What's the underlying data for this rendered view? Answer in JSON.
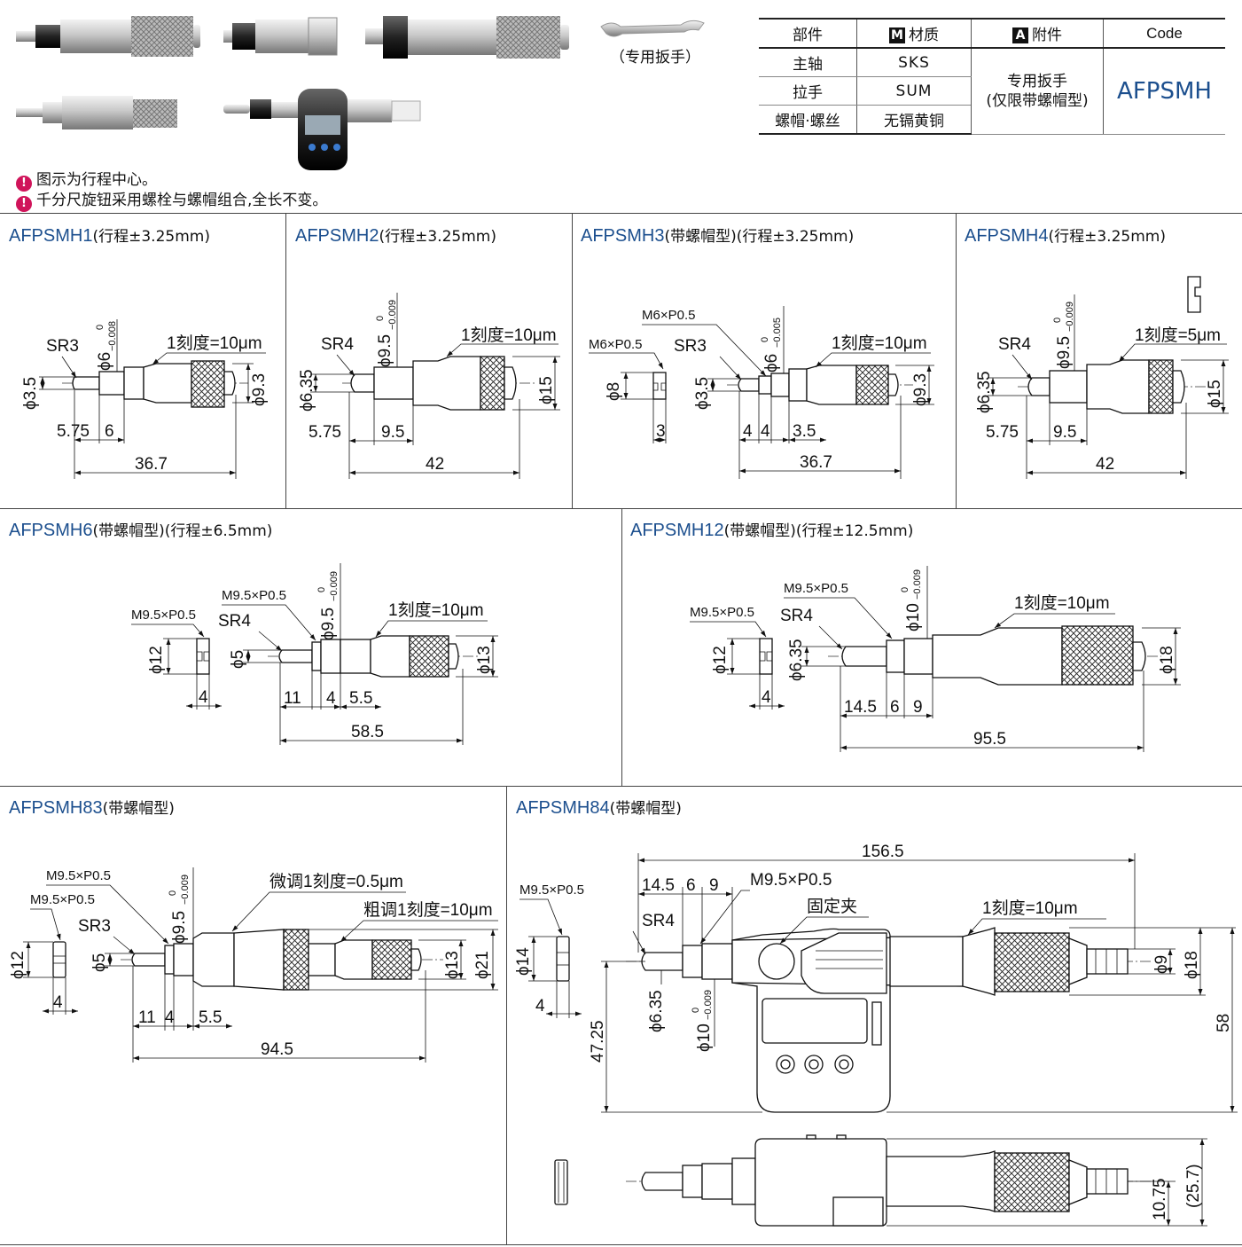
{
  "wrench_label": "（专用扳手）",
  "table": {
    "headers": [
      "部件",
      "材质",
      "附件",
      "Code"
    ],
    "header_badges": [
      "M",
      "A"
    ],
    "rows": [
      {
        "part": "主轴",
        "material": "SKS"
      },
      {
        "part": "拉手",
        "material": "SUM"
      },
      {
        "part": "螺帽·螺丝",
        "material": "无镉黄铜"
      }
    ],
    "accessory": [
      "专用扳手",
      "(仅限带螺帽型)"
    ],
    "code": "AFPSMH"
  },
  "notes": [
    "图示为行程中心。",
    "千分尺旋钮采用螺栓与螺帽组合,全长不变。"
  ],
  "panels": [
    {
      "code": "AFPSMH1",
      "sub": "(行程±3.25mm)"
    },
    {
      "code": "AFPSMH2",
      "sub": "(行程±3.25mm)"
    },
    {
      "code": "AFPSMH3",
      "sub": "(带螺帽型)(行程±3.25mm)"
    },
    {
      "code": "AFPSMH4",
      "sub": "(行程±3.25mm)"
    },
    {
      "code": "AFPSMH6",
      "sub": "(带螺帽型)(行程±6.5mm)"
    },
    {
      "code": "AFPSMH12",
      "sub": "(带螺帽型)(行程±12.5mm)"
    },
    {
      "code": "AFPSMH83",
      "sub": "(带螺帽型)"
    },
    {
      "code": "AFPSMH84",
      "sub": "(带螺帽型)"
    }
  ],
  "dims": {
    "p1": {
      "sr": "SR3",
      "d1": "ϕ3.5",
      "d2": "ϕ6",
      "tol": "−0.008",
      "tol0": "0",
      "d3": "ϕ9.3",
      "scale": "1刻度=10μm",
      "a": "5.75",
      "b": "6",
      "total": "36.7"
    },
    "p2": {
      "sr": "SR4",
      "d1": "ϕ6.35",
      "d2": "ϕ9.5",
      "tol": "−0.009",
      "tol0": "0",
      "d3": "ϕ15",
      "scale": "1刻度=10μm",
      "a": "5.75",
      "b": "9.5",
      "total": "42"
    },
    "p3": {
      "m1": "M6×P0.5",
      "m2": "M6×P0.5",
      "sr": "SR3",
      "nut": "ϕ8",
      "nutw": "3",
      "d1": "ϕ3.5",
      "d2": "ϕ6",
      "tol": "−0.005",
      "tol0": "0",
      "d3": "ϕ9.3",
      "scale": "1刻度=10μm",
      "a": "4",
      "b": "4",
      "c": "3.5",
      "total": "36.7"
    },
    "p4": {
      "sr": "SR4",
      "d1": "ϕ6.35",
      "d2": "ϕ9.5",
      "tol": "−0.009",
      "tol0": "0",
      "d3": "ϕ15",
      "scale": "1刻度=5μm",
      "a": "5.75",
      "b": "9.5",
      "total": "42"
    },
    "p6": {
      "m1": "M9.5×P0.5",
      "m2": "M9.5×P0.5",
      "sr": "SR4",
      "nut": "ϕ12",
      "nutw": "4",
      "d1": "ϕ5",
      "d2": "ϕ9.5",
      "tol": "−0.009",
      "tol0": "0",
      "d3": "ϕ13",
      "scale": "1刻度=10μm",
      "a": "11",
      "b": "4",
      "c": "5.5",
      "total": "58.5"
    },
    "p12": {
      "m1": "M9.5×P0.5",
      "m2": "M9.5×P0.5",
      "sr": "SR4",
      "nut": "ϕ12",
      "nutw": "4",
      "d1": "ϕ6.35",
      "d2": "ϕ10",
      "tol": "−0.009",
      "tol0": "0",
      "d3": "ϕ18",
      "scale": "1刻度=10μm",
      "a": "14.5",
      "b": "6",
      "c": "9",
      "total": "95.5"
    },
    "p83": {
      "m1": "M9.5×P0.5",
      "m2": "M9.5×P0.5",
      "sr": "SR3",
      "nut": "ϕ12",
      "nutw": "4",
      "d1": "ϕ5",
      "d2": "ϕ9.5",
      "tol": "−0.009",
      "tol0": "0",
      "d3": "ϕ13",
      "d4": "ϕ21",
      "fine": "微调1刻度=0.5μm",
      "coarse": "粗调1刻度=10μm",
      "a": "11",
      "b": "4",
      "c": "5.5",
      "total": "94.5"
    },
    "p84": {
      "m1": "M9.5×P0.5",
      "m2": "M9.5×P0.5",
      "sr": "SR4",
      "nut": "ϕ14",
      "nutw": "4",
      "d1": "ϕ6.35",
      "d2": "ϕ10",
      "tol": "−0.009",
      "tol0": "0",
      "d3": "ϕ9",
      "d4": "ϕ18",
      "clamp": "固定夹",
      "scale": "1刻度=10μm",
      "a": "14.5",
      "b": "6",
      "c": "9",
      "total": "156.5",
      "h1": "47.25",
      "h2": "58",
      "w1": "10.75",
      "w2": "(25.7)"
    }
  }
}
